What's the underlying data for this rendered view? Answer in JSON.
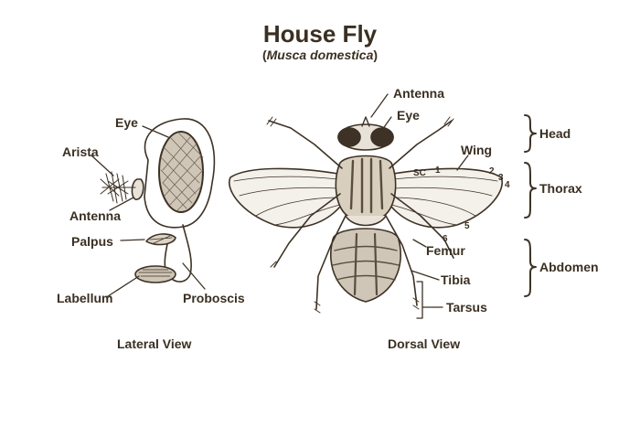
{
  "title": "House Fly",
  "subtitle": {
    "open": "(",
    "italic": "Musca domestica",
    "close": ")"
  },
  "lateral": {
    "labels": {
      "eye": "Eye",
      "arista": "Arista",
      "antenna": "Antenna",
      "palpus": "Palpus",
      "labellum": "Labellum",
      "proboscis": "Proboscis"
    },
    "caption": "Lateral View"
  },
  "dorsal": {
    "labels": {
      "antenna": "Antenna",
      "eye": "Eye",
      "wing": "Wing",
      "femur": "Femur",
      "tibia": "Tibia",
      "tarsus": "Tarsus"
    },
    "wing_veins": {
      "sc": "SC",
      "v1": "1",
      "v2": "2",
      "v3": "3",
      "v4": "4",
      "v5": "5",
      "v6": "6"
    },
    "regions": {
      "head": "Head",
      "thorax": "Thorax",
      "abdomen": "Abdomen"
    },
    "caption": "Dorsal View"
  },
  "colors": {
    "ink": "#3d3225",
    "shade": "#8a7d6a",
    "background": "#ffffff"
  }
}
